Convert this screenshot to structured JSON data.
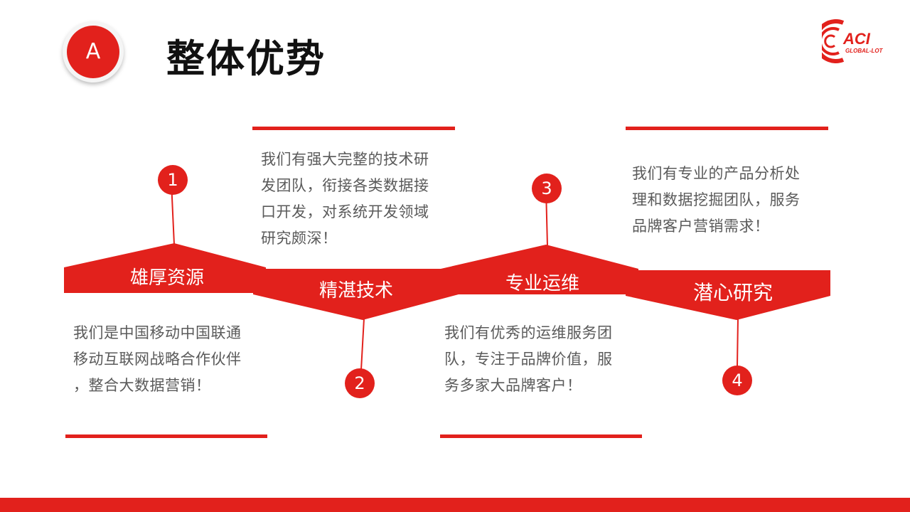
{
  "header": {
    "badge_letter": "A",
    "title": "整体优势"
  },
  "logo": {
    "text": "ACI",
    "subtext": "GLOBAL-LOT"
  },
  "steps": [
    {
      "number": "1",
      "title": "雄厚资源",
      "description": [
        "我们是中国移动中国联通",
        "移动互联网战略合作伙伴",
        "，整合大数据营销！"
      ]
    },
    {
      "number": "2",
      "title": "精湛技术",
      "description": [
        "我们有强大完整的技术研",
        "发团队，衔接各类数据接",
        "口开发，对系统开发领域",
        "研究颇深！"
      ]
    },
    {
      "number": "3",
      "title": "专业运维",
      "description": [
        "我们有优秀的运维服务团",
        "队，专注于品牌价值，服",
        "务多家大品牌客户！"
      ]
    },
    {
      "number": "4",
      "title": "潜心研究",
      "description": [
        "我们有专业的产品分析处",
        "理和数据挖掘团队，服务",
        "品牌客户营销需求！"
      ]
    }
  ],
  "colors": {
    "accent": "#e2211c",
    "text": "#5a5a5a",
    "title": "#111111"
  }
}
